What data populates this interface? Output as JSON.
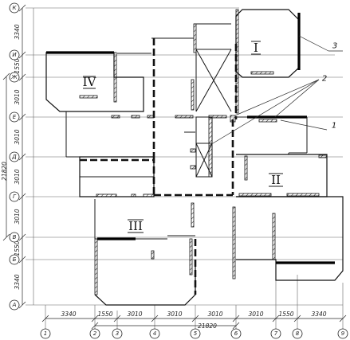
{
  "axes": {
    "vertical": [
      {
        "id": "1",
        "label": "1"
      },
      {
        "id": "2",
        "label": "2"
      },
      {
        "id": "3",
        "label": "3"
      },
      {
        "id": "4",
        "label": "4"
      },
      {
        "id": "5",
        "label": "5"
      },
      {
        "id": "6",
        "label": "6"
      },
      {
        "id": "7",
        "label": "7"
      },
      {
        "id": "8",
        "label": "8"
      },
      {
        "id": "9",
        "label": "9"
      }
    ],
    "horizontal": [
      {
        "id": "K",
        "label": "К"
      },
      {
        "id": "I",
        "label": "И"
      },
      {
        "id": "Zh",
        "label": "Ж"
      },
      {
        "id": "E",
        "label": "Е"
      },
      {
        "id": "D",
        "label": "Д"
      },
      {
        "id": "G",
        "label": "Г"
      },
      {
        "id": "V",
        "label": "В"
      },
      {
        "id": "B",
        "label": "Б"
      },
      {
        "id": "A",
        "label": "А"
      }
    ]
  },
  "bottom_dimensions": [
    "3340",
    "1550",
    "3010",
    "3010",
    "3010",
    "3010",
    "1550",
    "3340"
  ],
  "bottom_total": "21820",
  "left_dimensions": [
    "3340",
    "1550",
    "3010",
    "3010",
    "3010",
    "3010",
    "1550",
    "3340"
  ],
  "left_total": "21820",
  "sections": [
    {
      "id": "I",
      "label": "I"
    },
    {
      "id": "II",
      "label": "II"
    },
    {
      "id": "III",
      "label": "III"
    },
    {
      "id": "IV",
      "label": "IV"
    }
  ],
  "callouts": [
    {
      "id": "3",
      "label": "3"
    },
    {
      "id": "2",
      "label": "2"
    },
    {
      "id": "1",
      "label": "1"
    }
  ]
}
